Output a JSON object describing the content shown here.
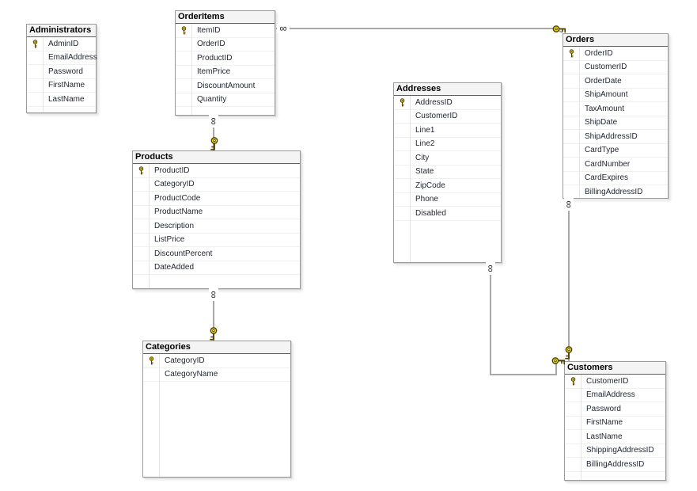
{
  "diagram": {
    "symbols": {
      "infinity_glyph": "∞",
      "one_side_icon": "key-icon",
      "many_side_icon": "infinity-icon"
    },
    "colors": {
      "connector_line": "#a8a8a8",
      "key_gold": "#f7df00",
      "table_border": "#9b9b9b",
      "header_bg": "#f4f4f4"
    },
    "tables": [
      {
        "name": "Administrators",
        "columns": [
          {
            "name": "AdminID",
            "primary_key": true
          },
          {
            "name": "EmailAddress",
            "primary_key": false
          },
          {
            "name": "Password",
            "primary_key": false
          },
          {
            "name": "FirstName",
            "primary_key": false
          },
          {
            "name": "LastName",
            "primary_key": false
          }
        ]
      },
      {
        "name": "OrderItems",
        "columns": [
          {
            "name": "ItemID",
            "primary_key": true
          },
          {
            "name": "OrderID",
            "primary_key": false
          },
          {
            "name": "ProductID",
            "primary_key": false
          },
          {
            "name": "ItemPrice",
            "primary_key": false
          },
          {
            "name": "DiscountAmount",
            "primary_key": false
          },
          {
            "name": "Quantity",
            "primary_key": false
          }
        ]
      },
      {
        "name": "Orders",
        "columns": [
          {
            "name": "OrderID",
            "primary_key": true
          },
          {
            "name": "CustomerID",
            "primary_key": false
          },
          {
            "name": "OrderDate",
            "primary_key": false
          },
          {
            "name": "ShipAmount",
            "primary_key": false
          },
          {
            "name": "TaxAmount",
            "primary_key": false
          },
          {
            "name": "ShipDate",
            "primary_key": false
          },
          {
            "name": "ShipAddressID",
            "primary_key": false
          },
          {
            "name": "CardType",
            "primary_key": false
          },
          {
            "name": "CardNumber",
            "primary_key": false
          },
          {
            "name": "CardExpires",
            "primary_key": false
          },
          {
            "name": "BillingAddressID",
            "primary_key": false
          }
        ]
      },
      {
        "name": "Addresses",
        "columns": [
          {
            "name": "AddressID",
            "primary_key": true
          },
          {
            "name": "CustomerID",
            "primary_key": false
          },
          {
            "name": "Line1",
            "primary_key": false
          },
          {
            "name": "Line2",
            "primary_key": false
          },
          {
            "name": "City",
            "primary_key": false
          },
          {
            "name": "State",
            "primary_key": false
          },
          {
            "name": "ZipCode",
            "primary_key": false
          },
          {
            "name": "Phone",
            "primary_key": false
          },
          {
            "name": "Disabled",
            "primary_key": false
          }
        ]
      },
      {
        "name": "Products",
        "columns": [
          {
            "name": "ProductID",
            "primary_key": true
          },
          {
            "name": "CategoryID",
            "primary_key": false
          },
          {
            "name": "ProductCode",
            "primary_key": false
          },
          {
            "name": "ProductName",
            "primary_key": false
          },
          {
            "name": "Description",
            "primary_key": false
          },
          {
            "name": "ListPrice",
            "primary_key": false
          },
          {
            "name": "DiscountPercent",
            "primary_key": false
          },
          {
            "name": "DateAdded",
            "primary_key": false
          }
        ]
      },
      {
        "name": "Categories",
        "columns": [
          {
            "name": "CategoryID",
            "primary_key": true
          },
          {
            "name": "CategoryName",
            "primary_key": false
          }
        ]
      },
      {
        "name": "Customers",
        "columns": [
          {
            "name": "CustomerID",
            "primary_key": true
          },
          {
            "name": "EmailAddress",
            "primary_key": false
          },
          {
            "name": "Password",
            "primary_key": false
          },
          {
            "name": "FirstName",
            "primary_key": false
          },
          {
            "name": "LastName",
            "primary_key": false
          },
          {
            "name": "ShippingAddressID",
            "primary_key": false
          },
          {
            "name": "BillingAddressID",
            "primary_key": false
          }
        ]
      }
    ],
    "relationships": [
      {
        "many_side": "OrderItems",
        "one_side": "Orders",
        "many_symbol": "infinity",
        "one_symbol": "key"
      },
      {
        "many_side": "OrderItems",
        "one_side": "Products",
        "many_symbol": "infinity",
        "one_symbol": "key"
      },
      {
        "many_side": "Products",
        "one_side": "Categories",
        "many_symbol": "infinity",
        "one_symbol": "key"
      },
      {
        "many_side": "Addresses",
        "one_side": "Customers",
        "many_symbol": "infinity",
        "one_symbol": "key"
      },
      {
        "many_side": "Orders",
        "one_side": "Customers",
        "many_symbol": "infinity",
        "one_symbol": "key"
      }
    ]
  }
}
